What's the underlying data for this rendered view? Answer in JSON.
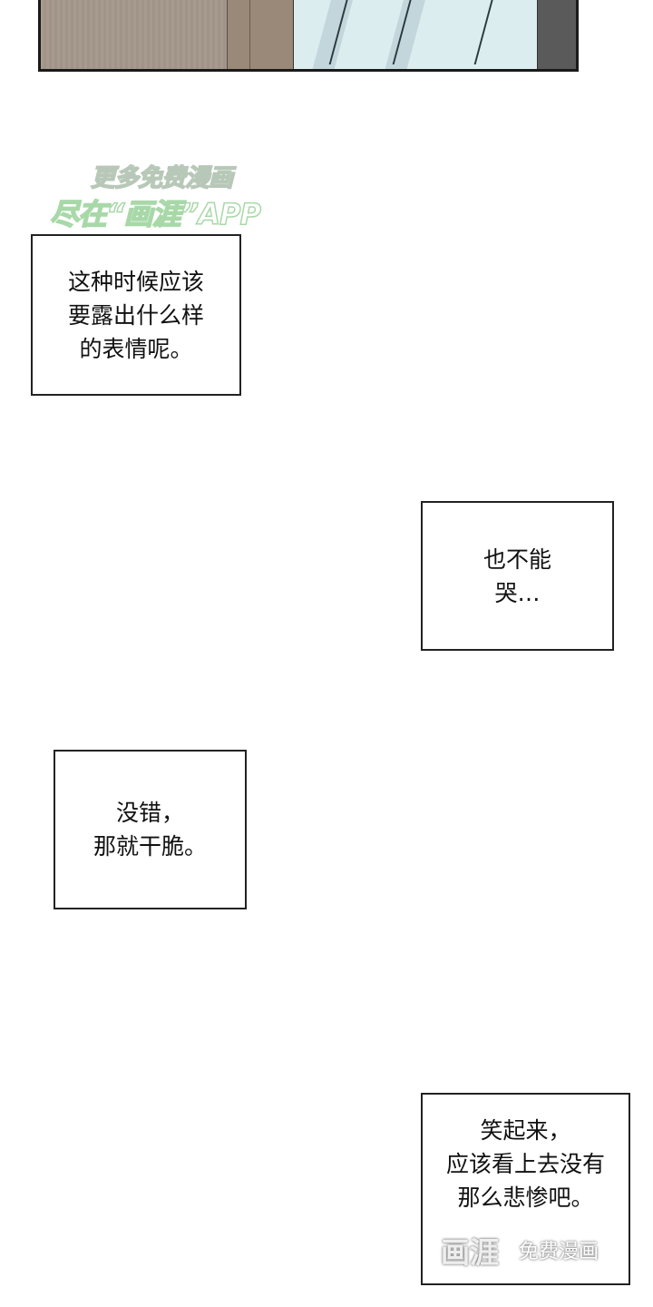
{
  "watermark_top": {
    "line1": "更多免费漫画",
    "line2": "尽在“画涯”APP"
  },
  "bubbles": [
    {
      "text": "这种时候应该\n要露出什么样\n的表情呢。"
    },
    {
      "text": "也不能\n哭…"
    },
    {
      "text": "没错，\n那就干脆。"
    },
    {
      "text": "笑起来，\n应该看上去没有\n那么悲惨吧。"
    }
  ],
  "watermark_bottom": {
    "logo": "画涯",
    "caption": "免费漫画"
  }
}
